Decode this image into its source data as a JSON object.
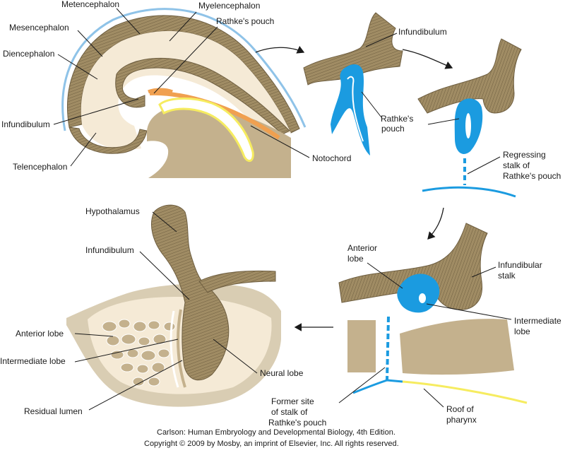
{
  "labels": {
    "metencephalon": "Metencephalon",
    "myelencephalon": "Myelencephalon",
    "mesencephalon": "Mesencephalon",
    "rathkes_pouch_top": "Rathke's pouch",
    "diencephalon": "Diencephalon",
    "infundibulum_left": "Infundibulum",
    "telencephalon": "Telencephalon",
    "notochord": "Notochord",
    "infundibulum_top": "Infundibulum",
    "rathkes_pouch_mid_1": "Rathke's",
    "rathkes_pouch_mid_2": "pouch",
    "regressing_1": "Regressing",
    "regressing_2": "stalk of",
    "regressing_3": "Rathke's pouch",
    "hypothalamus": "Hypothalamus",
    "infundibulum_bottom": "Infundibulum",
    "anterior_lobe_left": "Anterior lobe",
    "intermediate_lobe_left": "Intermediate lobe",
    "neural_lobe": "Neural lobe",
    "residual_lumen": "Residual lumen",
    "anterior_lobe_right_1": "Anterior",
    "anterior_lobe_right_2": "lobe",
    "infundibular_stalk_1": "Infundibular",
    "infundibular_stalk_2": "stalk",
    "intermediate_lobe_right_1": "Intermediate",
    "intermediate_lobe_right_2": "lobe",
    "former_site_1": "Former site",
    "former_site_2": "of stalk of",
    "former_site_3": "Rathke's pouch",
    "roof_pharynx_1": "Roof of",
    "roof_pharynx_2": "pharynx"
  },
  "credit": {
    "line1": "Carlson: Human Embryology and Developmental Biology, 4th Edition.",
    "line2": "Copyright © 2009 by Mosby, an imprint of Elsevier, Inc. All rights reserved."
  },
  "colors": {
    "neural_tissue": "#a08c64",
    "neural_stripe": "#6e5e40",
    "brain_fill": "#f5ead6",
    "tan_tissue": "#c4b18d",
    "rathke_blue": "#1b9be0",
    "outline_blue": "#8fc3e8",
    "notochord_orange": "#f0a050",
    "pharynx_yellow": "#f6ec60",
    "bone_fill": "#d9cdb3"
  }
}
